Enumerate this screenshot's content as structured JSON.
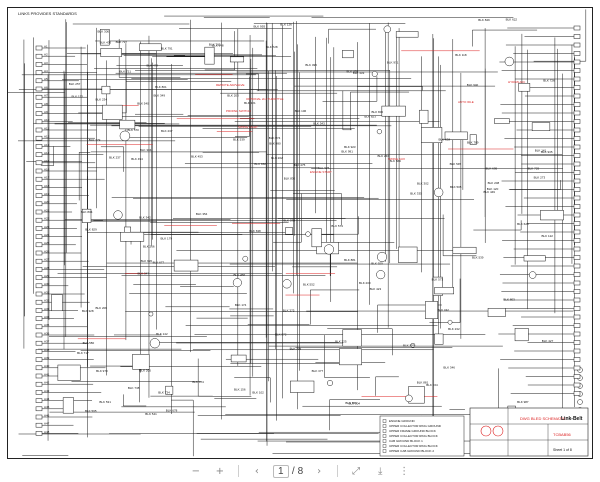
{
  "sheet": {
    "header_label": "LINKS PROVIDES STANDARDS",
    "title_block": {
      "title": "DWG BLED SCHEMATIC",
      "company": "Link-Belt",
      "number": "TCBAB56",
      "sheet": "Sheet 1 of 8"
    },
    "legend_items": [
      "ENGINE GROUND",
      "UPPER COLLECTOR RING GROUND",
      "UPPER FRAME GROUND BLOCK",
      "UPPER COLLECTOR RING BLOCK",
      "CAB GROUND BLOCK 1",
      "UPPER COLLECTOR RING BLOCK",
      "UPPER CAB GROUND BLOCK 2"
    ],
    "red_notes": [
      "REMOTE AIR/VALVE",
      "OPTIONAL 2nd THROTTLE",
      "PROPEL SWITCH",
      "SWING LIGHT",
      "SWING AUX",
      "ENGINE START",
      "HYDRAULIC",
      "AUTO IDLE"
    ],
    "tags": {
      "relay": "DRV",
      "switch": "SW",
      "fuse": "FUSE BLOCK",
      "wire_prefix": "BLK"
    }
  },
  "toolbar": {
    "zoom_out_icon": "−",
    "zoom_in_icon": "+",
    "prev_icon": "‹",
    "page_current": "1",
    "page_sep": "/",
    "page_total": "8",
    "next_icon": "›",
    "fit_icon": "⤢",
    "download_icon": "⤓",
    "more_icon": "⋮"
  }
}
